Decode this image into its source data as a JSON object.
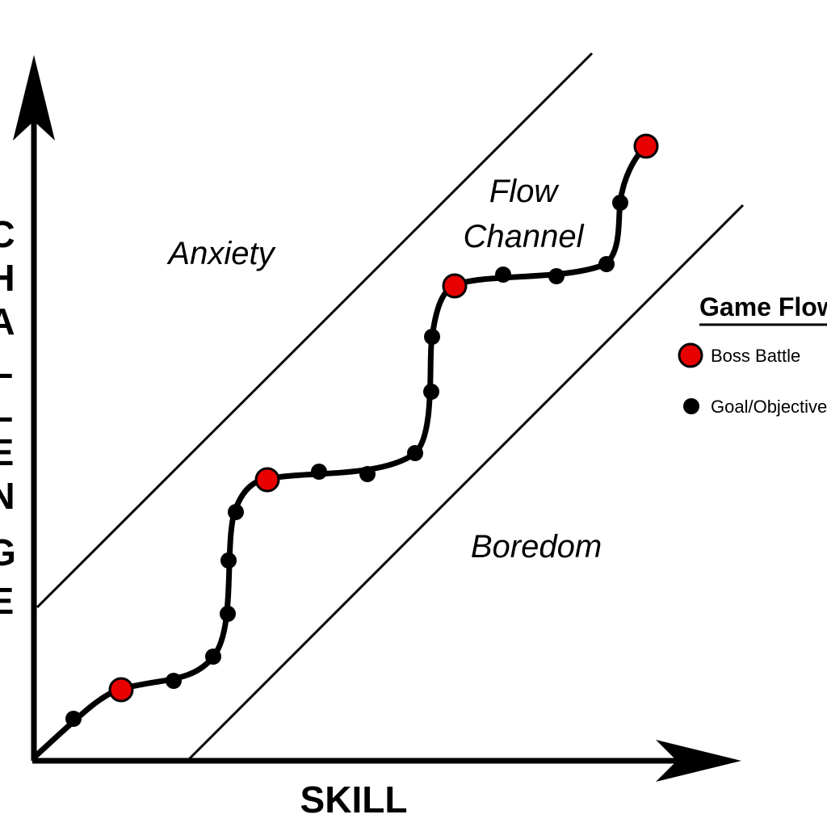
{
  "axes": {
    "x_label": "SKILL",
    "y_label_letters": [
      "C",
      "H",
      "A",
      "L",
      "L",
      "E",
      "N",
      "G",
      "E"
    ]
  },
  "zones": {
    "anxiety": "Anxiety",
    "flow_line1": "Flow",
    "flow_line2": "Channel",
    "boredom": "Boredom"
  },
  "legend": {
    "title": "Game Flow",
    "boss_label": "Boss Battle",
    "goal_label": "Goal/Objective"
  },
  "colors": {
    "boss": "#e80000",
    "goal": "#000000",
    "line": "#000000"
  },
  "icons": {
    "boss": "red-circle",
    "goal": "black-dot"
  }
}
